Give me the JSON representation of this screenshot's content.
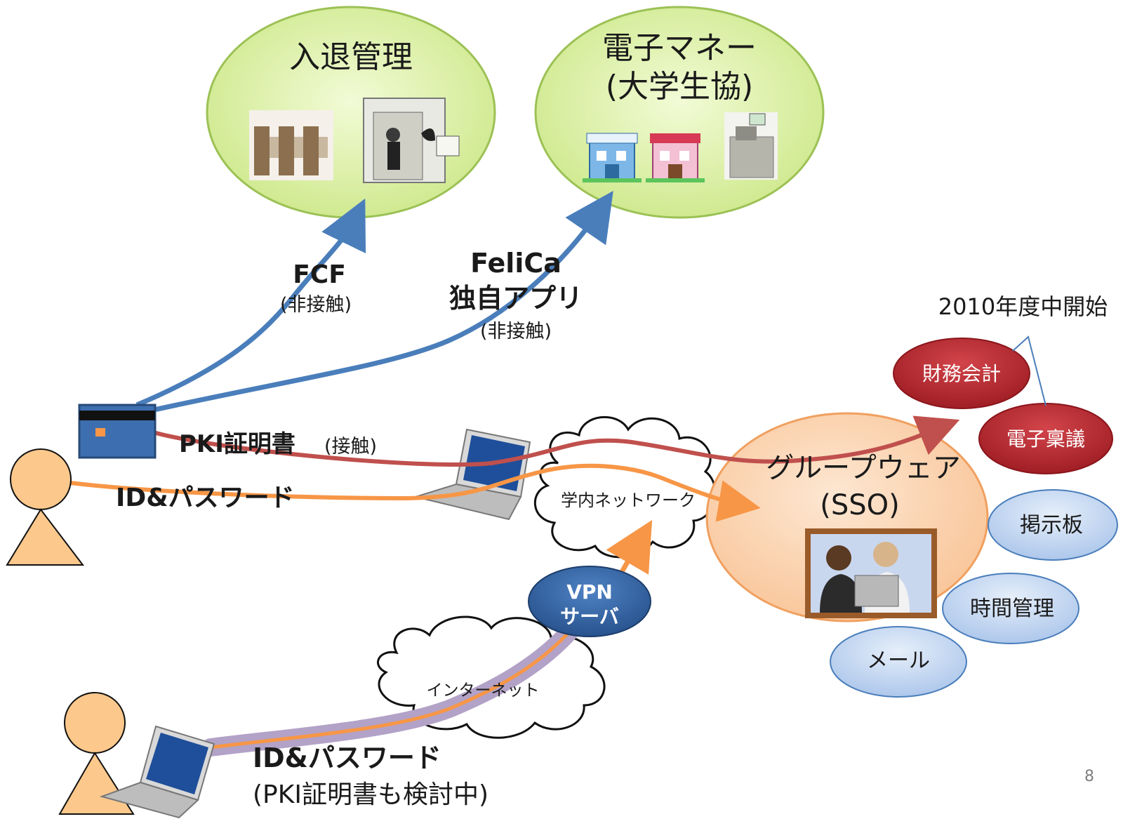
{
  "top_groups": {
    "entry": {
      "title": "入退管理"
    },
    "emoney": {
      "title_line1": "電子マネー",
      "title_line2": "(大学生協)"
    }
  },
  "links": {
    "fcf": {
      "name": "FCF",
      "sub": "(非接触)"
    },
    "felica": {
      "line1": "FeliCa",
      "line2": "独自アプリ",
      "sub": "(非接触)"
    },
    "pki": {
      "main": "PKI証明書",
      "sub": "(接触)"
    },
    "idpw_local": {
      "main": "ID&パスワード"
    },
    "idpw_remote": {
      "main": "ID&パスワード",
      "sub": "(PKI証明書も検討中)"
    }
  },
  "networks": {
    "campus": "学内ネットワーク",
    "internet": "インターネット",
    "vpn_line1": "VPN",
    "vpn_line2": "サーバ"
  },
  "groupware": {
    "line1": "グループウェア",
    "line2": "(SSO)"
  },
  "services": {
    "finance": "財務会計",
    "approval": "電子稟議",
    "bulletin": "掲示板",
    "time": "時間管理",
    "mail": "メール"
  },
  "callout": "2010年度中開始",
  "page_number": "8",
  "colors": {
    "green_fill": "#d9ef9b",
    "blue_arrow": "#4a7ebb",
    "red_arrow": "#c0504d",
    "orange_arrow": "#f79646",
    "purple_band": "#b3a2c7",
    "person_fill": "#fcc88c",
    "red_service": "#b8232a",
    "blue_service": "#c5d9f1",
    "groupware_fill": "#fbd4b4",
    "vpn_fill": "#2f5f9f"
  }
}
